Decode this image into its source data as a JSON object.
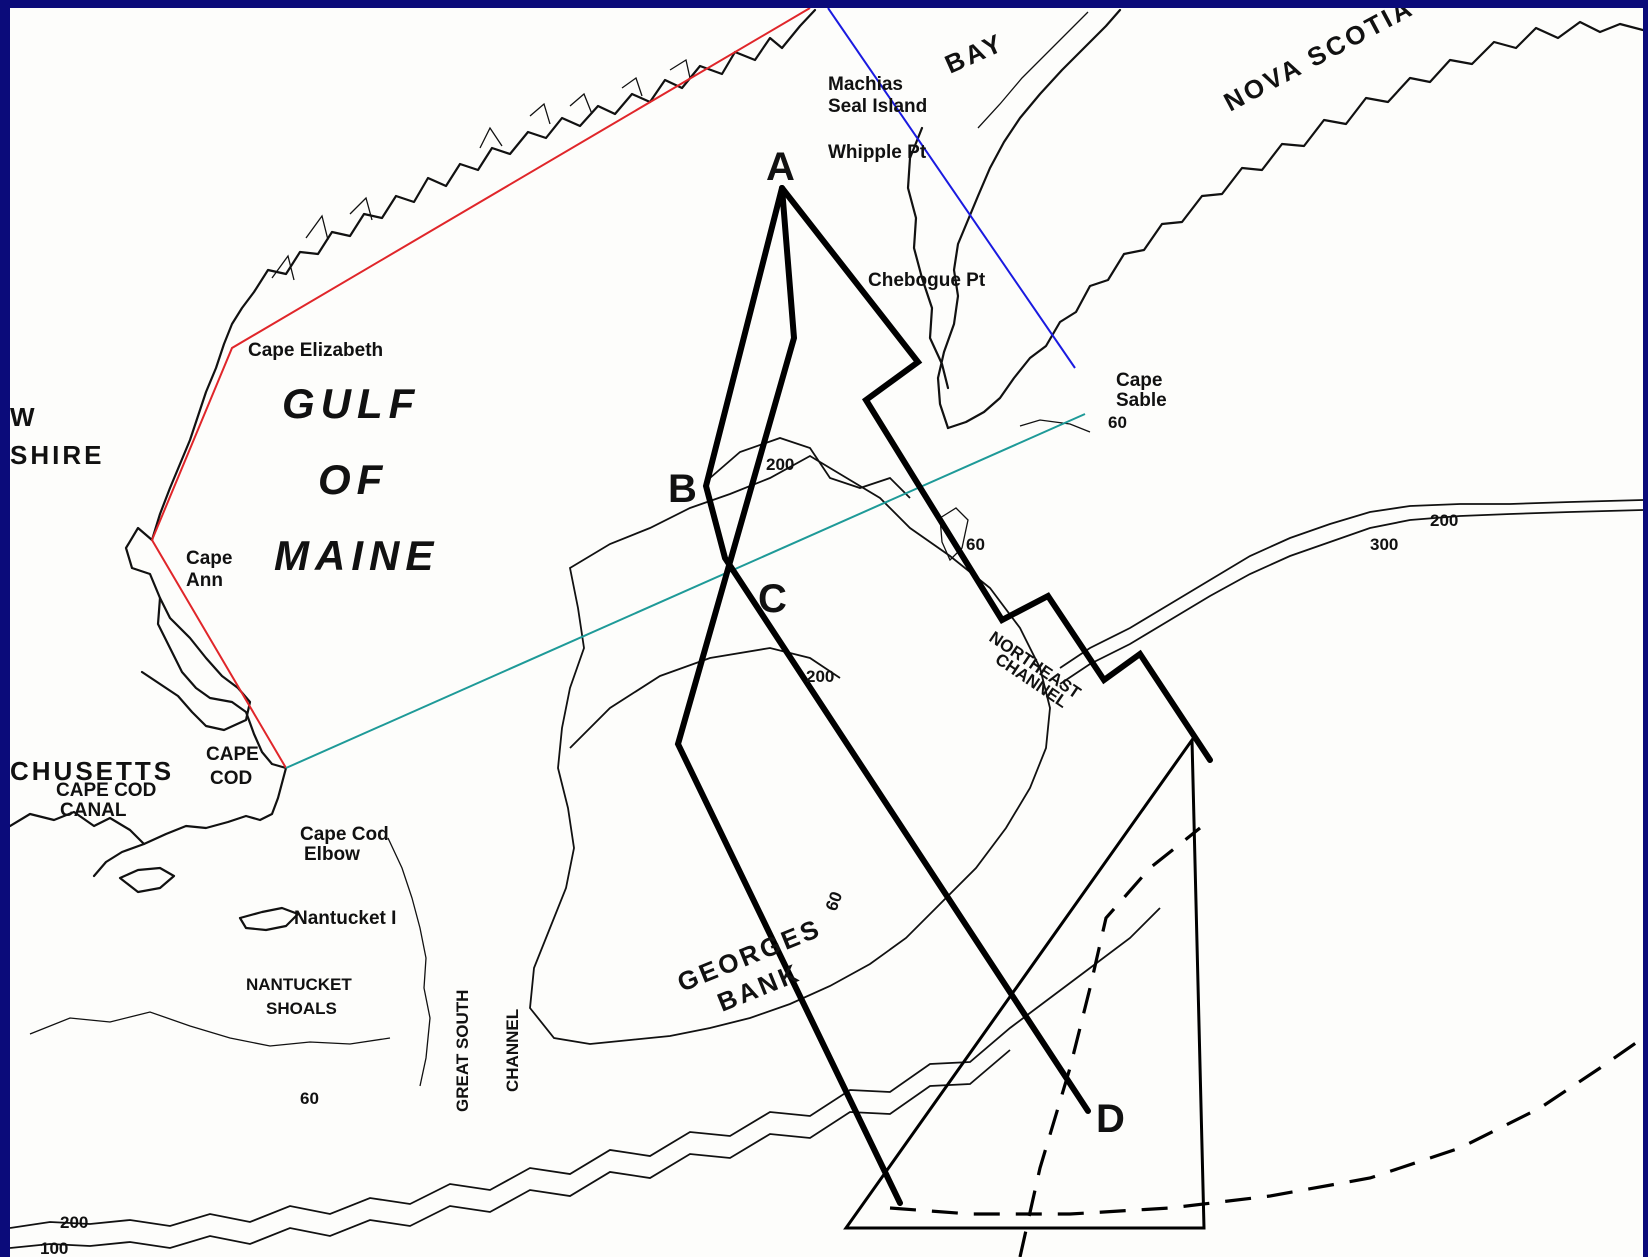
{
  "map": {
    "sea_name": [
      "GULF",
      "OF",
      "MAINE"
    ],
    "bay_label": "BAY",
    "regions": {
      "nova_scotia": "NOVA SCOTIA",
      "new_hampshire_a": "W",
      "new_hampshire_b": "SHIRE",
      "massachusetts": "CHUSETTS"
    },
    "places": {
      "cape_elizabeth": "Cape Elizabeth",
      "cape_ann_1": "Cape",
      "cape_ann_2": "Ann",
      "cape_cod_1": "CAPE",
      "cape_cod_2": "COD",
      "canal_1": "CAPE COD",
      "canal_2": "CANAL",
      "elbow_1": "Cape Cod",
      "elbow_2": "Elbow",
      "nantucket": "Nantucket I",
      "shoals_1": "NANTUCKET",
      "shoals_2": "SHOALS",
      "great_south": "GREAT SOUTH",
      "channel": "CHANNEL",
      "machias_1": "Machias",
      "machias_2": "Seal Island",
      "whipple": "Whipple Pt",
      "chebogue": "Chebogue Pt",
      "sable_1": "Cape",
      "sable_2": "Sable",
      "northeast_1": "NORTHEAST",
      "northeast_2": "CHANNEL",
      "georges_1": "GEORGES",
      "georges_2": "BANK"
    },
    "depths": {
      "d200_a": "200",
      "d200_b": "200",
      "d200_c": "200",
      "d200_d": "200",
      "d300": "300",
      "d60_a": "60",
      "d60_b": "60",
      "d60_c": "60",
      "d60_d": "60",
      "d100": "100"
    },
    "points": {
      "A": "A",
      "B": "B",
      "C": "C",
      "D": "D"
    },
    "colors": {
      "frame": "#0b0b7a",
      "paper": "#fdfdfb",
      "line_red": "#e0262a",
      "line_blue": "#1a1ae0",
      "line_teal": "#1e9a98"
    }
  }
}
